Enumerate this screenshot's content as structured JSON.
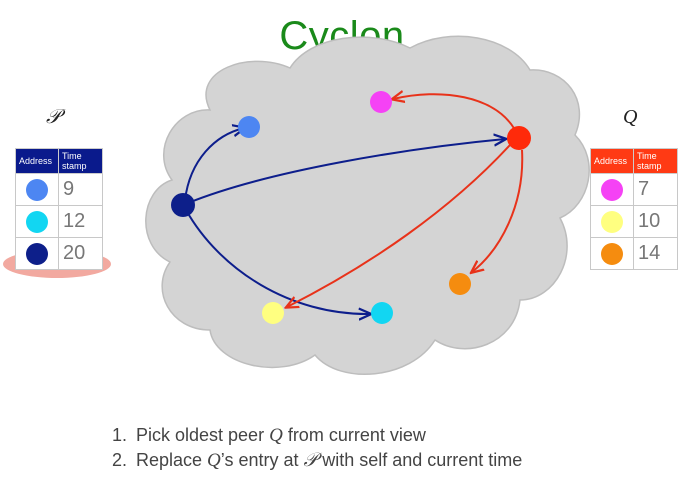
{
  "title": "Cyclon",
  "colors": {
    "title": "#1a8a1a",
    "cloud": "#d4d4d4",
    "cloud_stroke": "#bdbdbd",
    "blue_arrow": "#0d1e8c",
    "red_arrow": "#e8321a",
    "p_header": "#0a1a8c",
    "q_header": "#ff3a14",
    "highlight": "#f2a9a0"
  },
  "peers": {
    "P": {
      "label": "𝒫",
      "color": "#0d1f8a"
    },
    "Q": {
      "label": "Q",
      "color": "#ff2a0a"
    }
  },
  "cloud_nodes": [
    {
      "name": "blue-node",
      "color": "#4d86f2"
    },
    {
      "name": "magenta-node",
      "color": "#f542f5"
    },
    {
      "name": "orange-node",
      "color": "#f58c0f"
    },
    {
      "name": "yellow-node",
      "color": "#ffff80"
    },
    {
      "name": "cyan-node",
      "color": "#12d6f2"
    }
  ],
  "view_p": {
    "label": "𝒫",
    "header": {
      "address": "Address",
      "timestamp": "Time stamp"
    },
    "rows": [
      {
        "color": "#4d86f2",
        "timestamp": "9"
      },
      {
        "color": "#12d6f2",
        "timestamp": "12"
      },
      {
        "color": "#0d1f8a",
        "timestamp": "20"
      }
    ]
  },
  "view_q": {
    "label": "Q",
    "header": {
      "address": "Address",
      "timestamp": "Time stamp"
    },
    "rows": [
      {
        "color": "#f542f5",
        "timestamp": "7"
      },
      {
        "color": "#ffff80",
        "timestamp": "10"
      },
      {
        "color": "#f58c0f",
        "timestamp": "14"
      }
    ]
  },
  "steps": [
    {
      "num": "1.",
      "pre": "Pick oldest peer ",
      "var": "Q",
      "post": " from current view"
    },
    {
      "num": "2.",
      "pre": "Replace ",
      "var": "Q",
      "mid": "’s entry at ",
      "var2": "𝒫",
      "post": " with self and current time"
    }
  ]
}
